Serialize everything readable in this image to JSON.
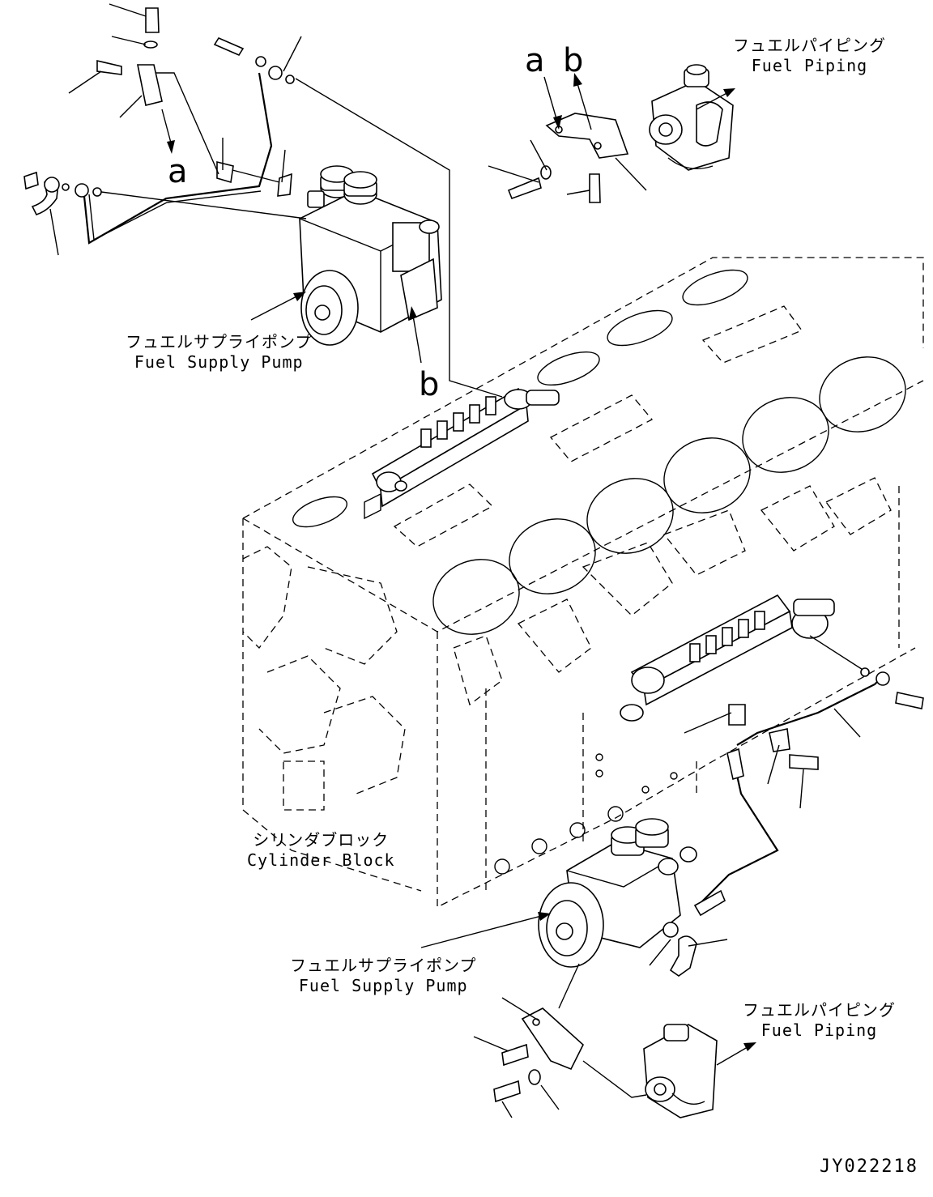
{
  "labels": {
    "fuel_piping_top": {
      "jp": "フュエルパイピング",
      "en": "Fuel Piping"
    },
    "fuel_supply_pump_top": {
      "jp": "フュエルサプライポンプ",
      "en": "Fuel Supply Pump"
    },
    "cylinder_block": {
      "jp": "シリンダブロック",
      "en": "Cylinder Block"
    },
    "fuel_supply_pump_bottom": {
      "jp": "フュエルサプライポンプ",
      "en": "Fuel Supply Pump"
    },
    "fuel_piping_bottom": {
      "jp": "フュエルパイピング",
      "en": "Fuel Piping"
    }
  },
  "refs": {
    "a_left": "a",
    "a_top": "a",
    "b_top": "b",
    "b_mid": "b"
  },
  "drawing_code": "JY022218"
}
